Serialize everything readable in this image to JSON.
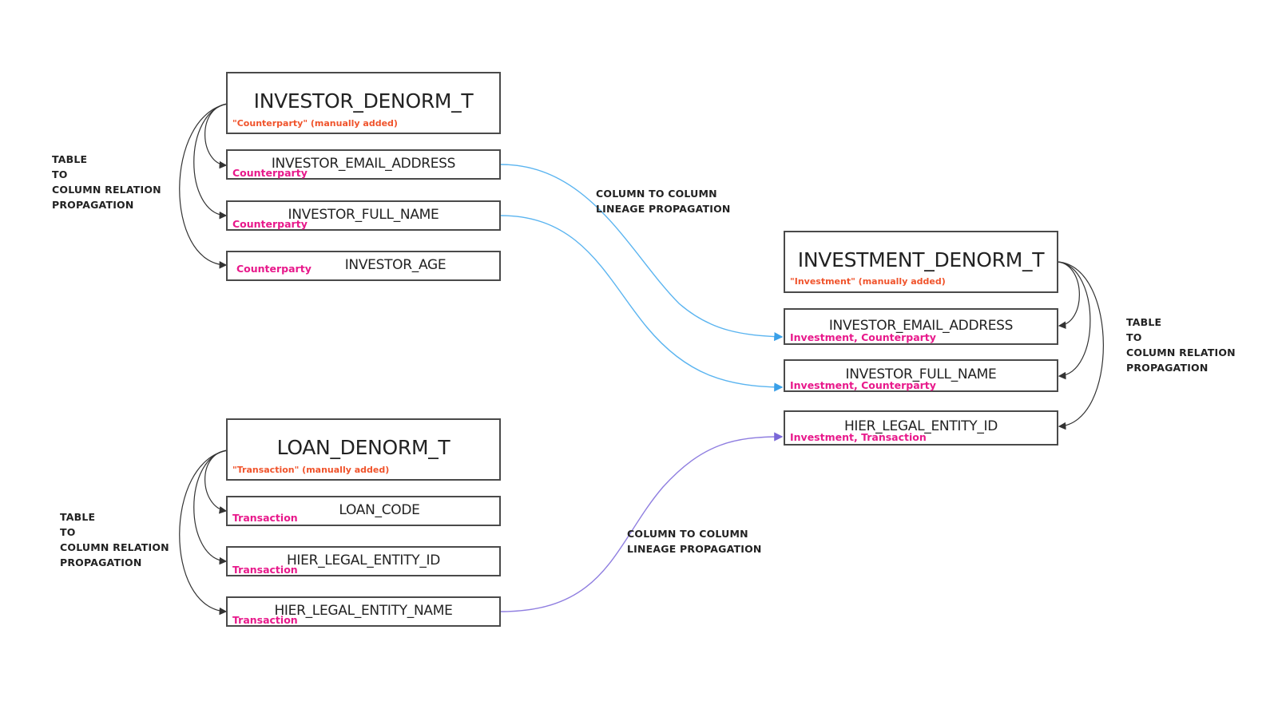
{
  "tables": {
    "investor": {
      "name": "INVESTOR_DENORM_T",
      "note": "\"Counterparty\" (manually added)",
      "columns": [
        {
          "name": "INVESTOR_EMAIL_ADDRESS",
          "tag": "Counterparty"
        },
        {
          "name": "INVESTOR_FULL_NAME",
          "tag": "Counterparty"
        },
        {
          "name": "INVESTOR_AGE",
          "tag": "Counterparty"
        }
      ]
    },
    "investment": {
      "name": "INVESTMENT_DENORM_T",
      "note": "\"Investment\" (manually added)",
      "columns": [
        {
          "name": "INVESTOR_EMAIL_ADDRESS",
          "tag": "Investment, Counterparty"
        },
        {
          "name": "INVESTOR_FULL_NAME",
          "tag": "Investment, Counterparty"
        },
        {
          "name": "HIER_LEGAL_ENTITY_ID",
          "tag": "Investment, Transaction"
        }
      ]
    },
    "loan": {
      "name": "LOAN_DENORM_T",
      "note": "\"Transaction\" (manually added)",
      "columns": [
        {
          "name": "LOAN_CODE",
          "tag": "Transaction"
        },
        {
          "name": "HIER_LEGAL_ENTITY_ID",
          "tag": "Transaction"
        },
        {
          "name": "HIER_LEGAL_ENTITY_NAME",
          "tag": "Transaction"
        }
      ]
    }
  },
  "labels": {
    "table_to_column_top_left": [
      "TABLE",
      "TO",
      "COLUMN RELATION",
      "PROPAGATION"
    ],
    "table_to_column_right": [
      "TABLE",
      "TO",
      "COLUMN RELATION",
      "PROPAGATION"
    ],
    "table_to_column_bottom_left": [
      "TABLE",
      "TO",
      "COLUMN RELATION",
      "PROPAGATION"
    ],
    "column_to_column_top": [
      "COLUMN TO COLUMN",
      "LINEAGE PROPAGATION"
    ],
    "column_to_column_bottom": [
      "COLUMN TO COLUMN",
      "LINEAGE PROPAGATION"
    ]
  },
  "colors": {
    "border": "#4a4a4a",
    "note": "#f0532b",
    "tag": "#e8198b",
    "lineage_blue": "#5ab4f0",
    "lineage_purple": "#8f7ee0",
    "relation": "#333333"
  }
}
